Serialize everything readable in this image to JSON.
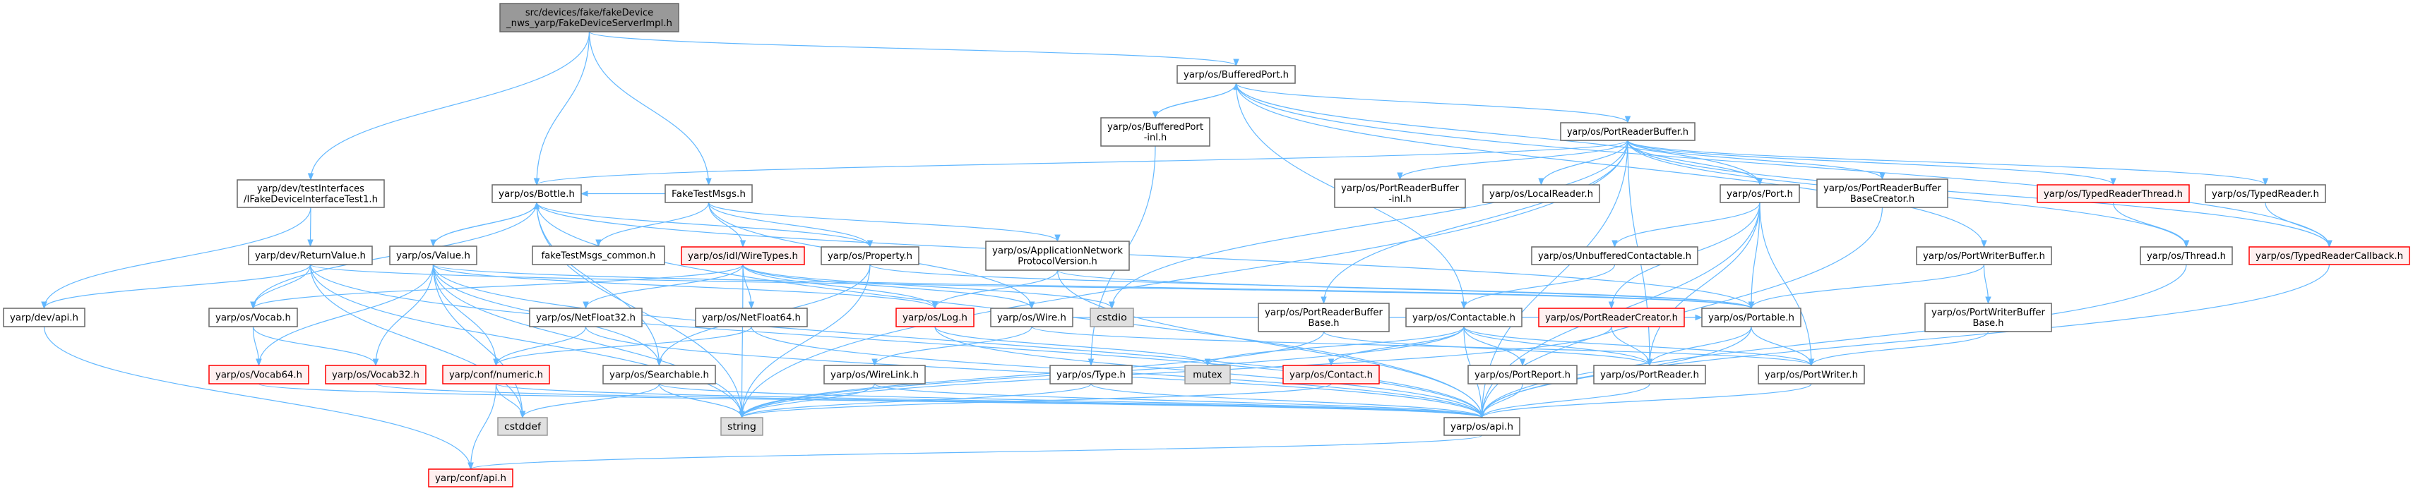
{
  "title": "Include dependency graph for FakeDeviceServerImpl.h",
  "colors": {
    "edge": "#63b8ff",
    "root_fill": "#999999",
    "normal_border": "#666666",
    "missing_border": "#ff0000",
    "missing_fill": "#fff0f0",
    "system_fill": "#e0e0e0",
    "system_border": "#999999"
  },
  "nodes": [
    {
      "id": "root",
      "kind": "root",
      "lines": [
        "src/devices/fake/fakeDevice",
        "_nws_yarp/FakeDeviceServerImpl.h"
      ]
    },
    {
      "id": "ifake",
      "kind": "normal",
      "lines": [
        "yarp/dev/testInterfaces",
        "/IFakeDeviceInterfaceTest1.h"
      ]
    },
    {
      "id": "bottle",
      "kind": "normal",
      "lines": [
        "yarp/os/Bottle.h"
      ]
    },
    {
      "id": "faketestmsgs",
      "kind": "normal",
      "lines": [
        "FakeTestMsgs.h"
      ]
    },
    {
      "id": "bufferedport",
      "kind": "normal",
      "lines": [
        "yarp/os/BufferedPort.h"
      ]
    },
    {
      "id": "bufferedportinl",
      "kind": "normal",
      "lines": [
        "yarp/os/BufferedPort",
        "-inl.h"
      ]
    },
    {
      "id": "portreaderbuffer",
      "kind": "normal",
      "lines": [
        "yarp/os/PortReaderBuffer.h"
      ]
    },
    {
      "id": "returnvalue",
      "kind": "normal",
      "lines": [
        "yarp/dev/ReturnValue.h"
      ]
    },
    {
      "id": "value",
      "kind": "normal",
      "lines": [
        "yarp/os/Value.h"
      ]
    },
    {
      "id": "ftmcommon",
      "kind": "normal",
      "lines": [
        "fakeTestMsgs_common.h"
      ]
    },
    {
      "id": "wiretypes",
      "kind": "missing",
      "lines": [
        "yarp/os/idl/WireTypes.h"
      ]
    },
    {
      "id": "property",
      "kind": "normal",
      "lines": [
        "yarp/os/Property.h"
      ]
    },
    {
      "id": "appnet",
      "kind": "normal",
      "lines": [
        "yarp/os/ApplicationNetwork",
        "ProtocolVersion.h"
      ]
    },
    {
      "id": "prbinl",
      "kind": "normal",
      "lines": [
        "yarp/os/PortReaderBuffer",
        "-inl.h"
      ]
    },
    {
      "id": "localreader",
      "kind": "normal",
      "lines": [
        "yarp/os/LocalReader.h"
      ]
    },
    {
      "id": "port",
      "kind": "normal",
      "lines": [
        "yarp/os/Port.h"
      ]
    },
    {
      "id": "prbbasecreator",
      "kind": "normal",
      "lines": [
        "yarp/os/PortReaderBuffer",
        "BaseCreator.h"
      ]
    },
    {
      "id": "typedreaderthread",
      "kind": "missing",
      "lines": [
        "yarp/os/TypedReaderThread.h"
      ]
    },
    {
      "id": "typedreader",
      "kind": "normal",
      "lines": [
        "yarp/os/TypedReader.h"
      ]
    },
    {
      "id": "unbuffered",
      "kind": "normal",
      "lines": [
        "yarp/os/UnbufferedContactable.h"
      ]
    },
    {
      "id": "portwriterbuffer",
      "kind": "normal",
      "lines": [
        "yarp/os/PortWriterBuffer.h"
      ]
    },
    {
      "id": "thread",
      "kind": "normal",
      "lines": [
        "yarp/os/Thread.h"
      ]
    },
    {
      "id": "typedreadercallback",
      "kind": "missing",
      "lines": [
        "yarp/os/TypedReaderCallback.h"
      ]
    },
    {
      "id": "devapi",
      "kind": "normal",
      "lines": [
        "yarp/dev/api.h"
      ]
    },
    {
      "id": "vocab",
      "kind": "normal",
      "lines": [
        "yarp/os/Vocab.h"
      ]
    },
    {
      "id": "netfloat32",
      "kind": "normal",
      "lines": [
        "yarp/os/NetFloat32.h"
      ]
    },
    {
      "id": "netfloat64",
      "kind": "normal",
      "lines": [
        "yarp/os/NetFloat64.h"
      ]
    },
    {
      "id": "log",
      "kind": "missing",
      "lines": [
        "yarp/os/Log.h"
      ]
    },
    {
      "id": "wire",
      "kind": "normal",
      "lines": [
        "yarp/os/Wire.h"
      ]
    },
    {
      "id": "cstdio",
      "kind": "system",
      "lines": [
        "cstdio"
      ]
    },
    {
      "id": "prbbase",
      "kind": "normal",
      "lines": [
        "yarp/os/PortReaderBuffer",
        "Base.h"
      ]
    },
    {
      "id": "contactable",
      "kind": "normal",
      "lines": [
        "yarp/os/Contactable.h"
      ]
    },
    {
      "id": "portreadercreator",
      "kind": "missing",
      "lines": [
        "yarp/os/PortReaderCreator.h"
      ]
    },
    {
      "id": "portable",
      "kind": "normal",
      "lines": [
        "yarp/os/Portable.h"
      ]
    },
    {
      "id": "pwbbase",
      "kind": "normal",
      "lines": [
        "yarp/os/PortWriterBuffer",
        "Base.h"
      ]
    },
    {
      "id": "vocab64",
      "kind": "missing",
      "lines": [
        "yarp/os/Vocab64.h"
      ]
    },
    {
      "id": "vocab32",
      "kind": "missing",
      "lines": [
        "yarp/os/Vocab32.h"
      ]
    },
    {
      "id": "numeric",
      "kind": "missing",
      "lines": [
        "yarp/conf/numeric.h"
      ]
    },
    {
      "id": "searchable",
      "kind": "normal",
      "lines": [
        "yarp/os/Searchable.h"
      ]
    },
    {
      "id": "wirelink",
      "kind": "normal",
      "lines": [
        "yarp/os/WireLink.h"
      ]
    },
    {
      "id": "type",
      "kind": "normal",
      "lines": [
        "yarp/os/Type.h"
      ]
    },
    {
      "id": "mutex",
      "kind": "system",
      "lines": [
        "mutex"
      ]
    },
    {
      "id": "contact",
      "kind": "missing",
      "lines": [
        "yarp/os/Contact.h"
      ]
    },
    {
      "id": "portreport",
      "kind": "normal",
      "lines": [
        "yarp/os/PortReport.h"
      ]
    },
    {
      "id": "portreader",
      "kind": "normal",
      "lines": [
        "yarp/os/PortReader.h"
      ]
    },
    {
      "id": "portwriter",
      "kind": "normal",
      "lines": [
        "yarp/os/PortWriter.h"
      ]
    },
    {
      "id": "cstddef",
      "kind": "system",
      "lines": [
        "cstddef"
      ]
    },
    {
      "id": "string",
      "kind": "system",
      "lines": [
        "string"
      ]
    },
    {
      "id": "osapi",
      "kind": "normal",
      "lines": [
        "yarp/os/api.h"
      ]
    },
    {
      "id": "confapi",
      "kind": "missing",
      "lines": [
        "yarp/conf/api.h"
      ]
    }
  ],
  "edges": [
    [
      "root",
      "ifake"
    ],
    [
      "root",
      "bottle"
    ],
    [
      "root",
      "faketestmsgs"
    ],
    [
      "root",
      "bufferedport"
    ],
    [
      "ifake",
      "devapi"
    ],
    [
      "ifake",
      "returnvalue"
    ],
    [
      "bottle",
      "value"
    ],
    [
      "bottle",
      "portable"
    ],
    [
      "bottle",
      "searchable"
    ],
    [
      "bottle",
      "string"
    ],
    [
      "bottle",
      "osapi"
    ],
    [
      "bottle",
      "vocab"
    ],
    [
      "value",
      "bottle"
    ],
    [
      "value",
      "vocab64"
    ],
    [
      "value",
      "vocab32"
    ],
    [
      "value",
      "numeric"
    ],
    [
      "value",
      "searchable"
    ],
    [
      "value",
      "string"
    ],
    [
      "value",
      "cstddef"
    ],
    [
      "value",
      "portable"
    ],
    [
      "value",
      "osapi"
    ],
    [
      "value",
      "log"
    ],
    [
      "returnvalue",
      "devapi"
    ],
    [
      "returnvalue",
      "vocab"
    ],
    [
      "returnvalue",
      "osapi"
    ],
    [
      "returnvalue",
      "portable"
    ],
    [
      "returnvalue",
      "string"
    ],
    [
      "returnvalue",
      "cstddef"
    ],
    [
      "faketestmsgs",
      "ftmcommon"
    ],
    [
      "faketestmsgs",
      "wiretypes"
    ],
    [
      "faketestmsgs",
      "property"
    ],
    [
      "faketestmsgs",
      "appnet"
    ],
    [
      "faketestmsgs",
      "wire"
    ],
    [
      "faketestmsgs",
      "bottle"
    ],
    [
      "wiretypes",
      "netfloat32"
    ],
    [
      "wiretypes",
      "netfloat64"
    ],
    [
      "wiretypes",
      "log"
    ],
    [
      "wiretypes",
      "wire"
    ],
    [
      "wiretypes",
      "cstdio"
    ],
    [
      "wiretypes",
      "string"
    ],
    [
      "wiretypes",
      "vocab"
    ],
    [
      "property",
      "bottle"
    ],
    [
      "property",
      "searchable"
    ],
    [
      "property",
      "string"
    ],
    [
      "property",
      "portable"
    ],
    [
      "appnet",
      "log"
    ],
    [
      "appnet",
      "portable"
    ],
    [
      "appnet",
      "osapi"
    ],
    [
      "devapi",
      "confapi"
    ],
    [
      "vocab",
      "vocab64"
    ],
    [
      "vocab",
      "vocab32"
    ],
    [
      "vocab64",
      "osapi"
    ],
    [
      "vocab32",
      "osapi"
    ],
    [
      "numeric",
      "osapi"
    ],
    [
      "numeric",
      "cstddef"
    ],
    [
      "numeric",
      "confapi"
    ],
    [
      "netfloat32",
      "numeric"
    ],
    [
      "netfloat32",
      "osapi"
    ],
    [
      "netfloat64",
      "numeric"
    ],
    [
      "netfloat64",
      "osapi"
    ],
    [
      "searchable",
      "string"
    ],
    [
      "searchable",
      "osapi"
    ],
    [
      "searchable",
      "cstddef"
    ],
    [
      "log",
      "osapi"
    ],
    [
      "log",
      "mutex"
    ],
    [
      "wire",
      "wirelink"
    ],
    [
      "wire",
      "portwriter"
    ],
    [
      "wire",
      "portable"
    ],
    [
      "wirelink",
      "string"
    ],
    [
      "wirelink",
      "osapi"
    ],
    [
      "type",
      "string"
    ],
    [
      "type",
      "osapi"
    ],
    [
      "osapi",
      "confapi"
    ],
    [
      "bufferedport",
      "bufferedportinl"
    ],
    [
      "bufferedport",
      "portreaderbuffer"
    ],
    [
      "bufferedport",
      "contactable"
    ],
    [
      "bufferedport",
      "port"
    ],
    [
      "bufferedport",
      "portwriterbuffer"
    ],
    [
      "bufferedport",
      "typedreadercallback"
    ],
    [
      "bufferedportinl",
      "bufferedport"
    ],
    [
      "bufferedportinl",
      "type"
    ],
    [
      "portreaderbuffer",
      "bottle"
    ],
    [
      "portreaderbuffer",
      "prbinl"
    ],
    [
      "portreaderbuffer",
      "localreader"
    ],
    [
      "portreaderbuffer",
      "port"
    ],
    [
      "portreaderbuffer",
      "prbbasecreator"
    ],
    [
      "portreaderbuffer",
      "typedreaderthread"
    ],
    [
      "portreaderbuffer",
      "typedreader"
    ],
    [
      "portreaderbuffer",
      "typedreadercallback"
    ],
    [
      "portreaderbuffer",
      "thread"
    ],
    [
      "portreaderbuffer",
      "prbbase"
    ],
    [
      "portreaderbuffer",
      "portreader"
    ],
    [
      "portreaderbuffer",
      "cstdio"
    ],
    [
      "portreaderbuffer",
      "string"
    ],
    [
      "portreaderbuffer",
      "osapi"
    ],
    [
      "port",
      "unbuffered"
    ],
    [
      "port",
      "portreadercreator"
    ],
    [
      "port",
      "portable"
    ],
    [
      "port",
      "portreader"
    ],
    [
      "port",
      "portwriter"
    ],
    [
      "port",
      "osapi"
    ],
    [
      "unbuffered",
      "contactable"
    ],
    [
      "contactable",
      "contact"
    ],
    [
      "contactable",
      "portreport"
    ],
    [
      "contactable",
      "portreader"
    ],
    [
      "contactable",
      "portwriter"
    ],
    [
      "contactable",
      "mutex"
    ],
    [
      "contactable",
      "osapi"
    ],
    [
      "contactable",
      "string"
    ],
    [
      "prbbase",
      "string"
    ],
    [
      "prbbase",
      "portreader"
    ],
    [
      "portreadercreator",
      "portreader"
    ],
    [
      "portreadercreator",
      "string"
    ],
    [
      "portable",
      "portreader"
    ],
    [
      "portable",
      "portwriter"
    ],
    [
      "portable",
      "osapi"
    ],
    [
      "portreport",
      "osapi"
    ],
    [
      "portreader",
      "osapi"
    ],
    [
      "portwriter",
      "osapi"
    ],
    [
      "contact",
      "string"
    ],
    [
      "portwriterbuffer",
      "portable"
    ],
    [
      "portwriterbuffer",
      "pwbbase"
    ],
    [
      "pwbbase",
      "portwriter"
    ],
    [
      "typedreaderthread",
      "thread"
    ],
    [
      "typedreader",
      "typedreadercallback"
    ],
    [
      "thread",
      "osapi"
    ],
    [
      "typedreadercallback",
      "osapi"
    ],
    [
      "prbbasecreator",
      "osapi"
    ]
  ]
}
